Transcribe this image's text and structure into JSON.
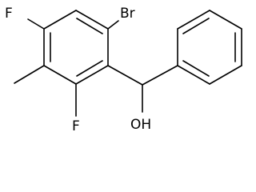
{
  "molecule": {
    "atoms": {
      "bromine": "Br",
      "fluorine_top": "F",
      "fluorine_bottom": "F",
      "hydroxyl": "OH"
    },
    "colors": {
      "bond": "#000000",
      "label": "#000000",
      "background": "#ffffff"
    }
  }
}
